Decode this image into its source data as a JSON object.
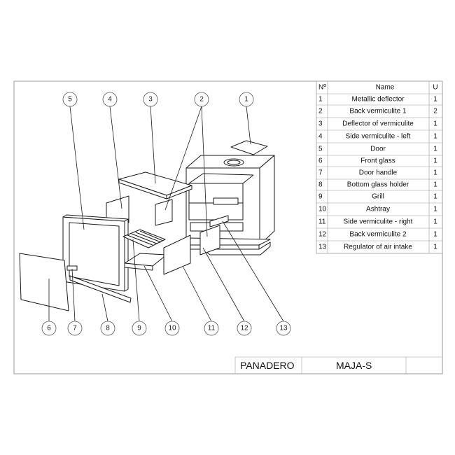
{
  "parts_table": {
    "headers": {
      "no": "Nº",
      "name": "Name",
      "units": "U"
    },
    "rows": [
      {
        "no": "1",
        "name": "Metallic deflector",
        "units": "1"
      },
      {
        "no": "2",
        "name": "Back vermiculite 1",
        "units": "2"
      },
      {
        "no": "3",
        "name": "Deflector of vermiculite",
        "units": "1"
      },
      {
        "no": "4",
        "name": "Side vermiculite - left",
        "units": "1"
      },
      {
        "no": "5",
        "name": "Door",
        "units": "1"
      },
      {
        "no": "6",
        "name": "Front glass",
        "units": "1"
      },
      {
        "no": "7",
        "name": "Door handle",
        "units": "1"
      },
      {
        "no": "8",
        "name": "Bottom glass holder",
        "units": "1"
      },
      {
        "no": "9",
        "name": "Grill",
        "units": "1"
      },
      {
        "no": "10",
        "name": "Ashtray",
        "units": "1"
      },
      {
        "no": "11",
        "name": "Side vermiculite - right",
        "units": "1"
      },
      {
        "no": "12",
        "name": "Back vermiculite 2",
        "units": "1"
      },
      {
        "no": "13",
        "name": "Regulator of air intake",
        "units": "1"
      }
    ]
  },
  "callouts": {
    "top": [
      "5",
      "4",
      "3",
      "2",
      "1"
    ],
    "bottom": [
      "6",
      "7",
      "8",
      "9",
      "10",
      "11",
      "12",
      "13"
    ]
  },
  "title_block": {
    "brand": "PANADERO",
    "model": "MAJA-S"
  },
  "colors": {
    "line": "#1a1a1a",
    "frame": "#999999",
    "light": "#bbbbbb",
    "fill": "#ffffff"
  }
}
